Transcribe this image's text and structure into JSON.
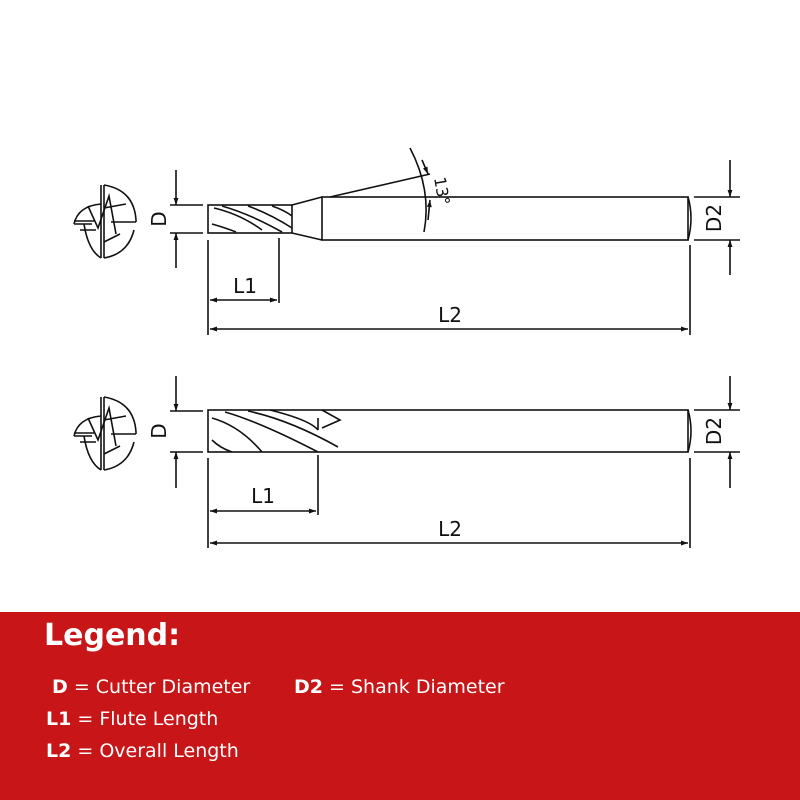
{
  "diagram": {
    "tools": [
      {
        "name": "short-flute-end-mill",
        "labels": {
          "cutter_diameter": "D",
          "shank_diameter": "D2",
          "flute_length": "L1",
          "overall_length": "L2",
          "angle": "13°"
        }
      },
      {
        "name": "long-flute-end-mill",
        "labels": {
          "cutter_diameter": "D",
          "shank_diameter": "D2",
          "flute_length": "L1",
          "overall_length": "L2"
        }
      }
    ],
    "line_color": "#111111"
  },
  "legend": {
    "title": "Legend:",
    "background_color": "#c81517",
    "items": [
      {
        "symbol": "D",
        "eq": " = ",
        "meaning": "Cutter Diameter"
      },
      {
        "symbol": "D2",
        "eq": " = ",
        "meaning": "Shank Diameter"
      },
      {
        "symbol": "L1",
        "eq": " = ",
        "meaning": "Flute Length"
      },
      {
        "symbol": "L2",
        "eq": " = ",
        "meaning": "Overall Length"
      }
    ]
  }
}
